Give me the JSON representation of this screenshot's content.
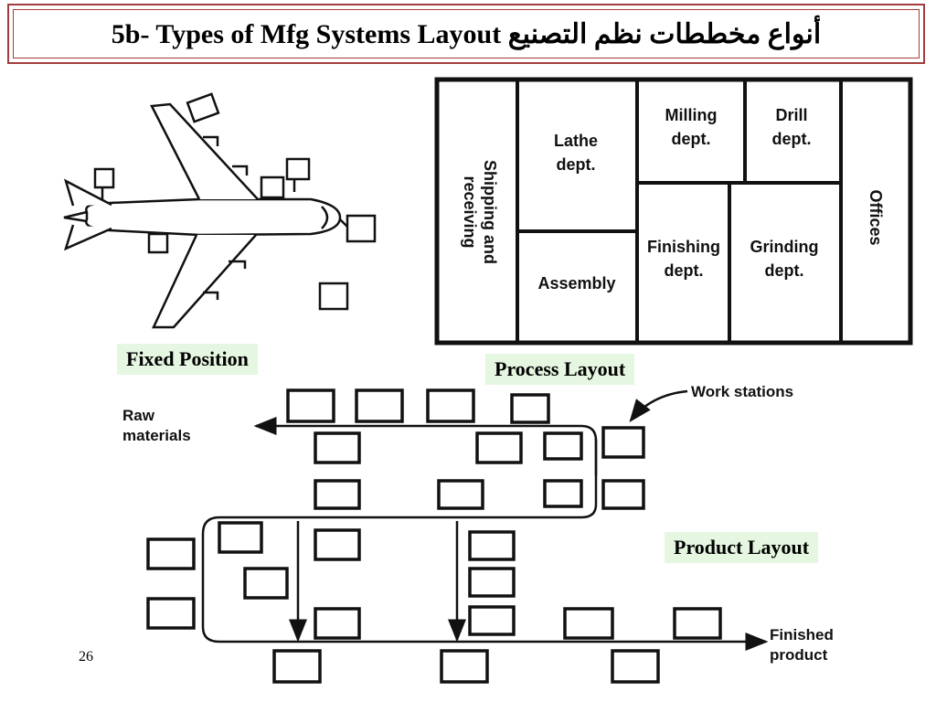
{
  "title": "5b- Types of Mfg Systems Layout أنواع مخططات نظم التصنيع",
  "labels": {
    "fixed_position": "Fixed Position",
    "process_layout": "Process Layout",
    "product_layout": "Product Layout"
  },
  "process_diagram": {
    "shipping": [
      "Shipping and",
      "receiving"
    ],
    "lathe": [
      "Lathe",
      "dept."
    ],
    "milling": [
      "Milling",
      "dept."
    ],
    "drill": [
      "Drill",
      "dept."
    ],
    "offices": "Offices",
    "assembly": "Assembly",
    "finishing": [
      "Finishing",
      "dept."
    ],
    "grinding": [
      "Grinding",
      "dept."
    ]
  },
  "product_diagram": {
    "raw_materials": [
      "Raw",
      "materials"
    ],
    "work_stations": "Work stations",
    "finished_product": [
      "Finished",
      "product"
    ]
  },
  "page_number": "26"
}
